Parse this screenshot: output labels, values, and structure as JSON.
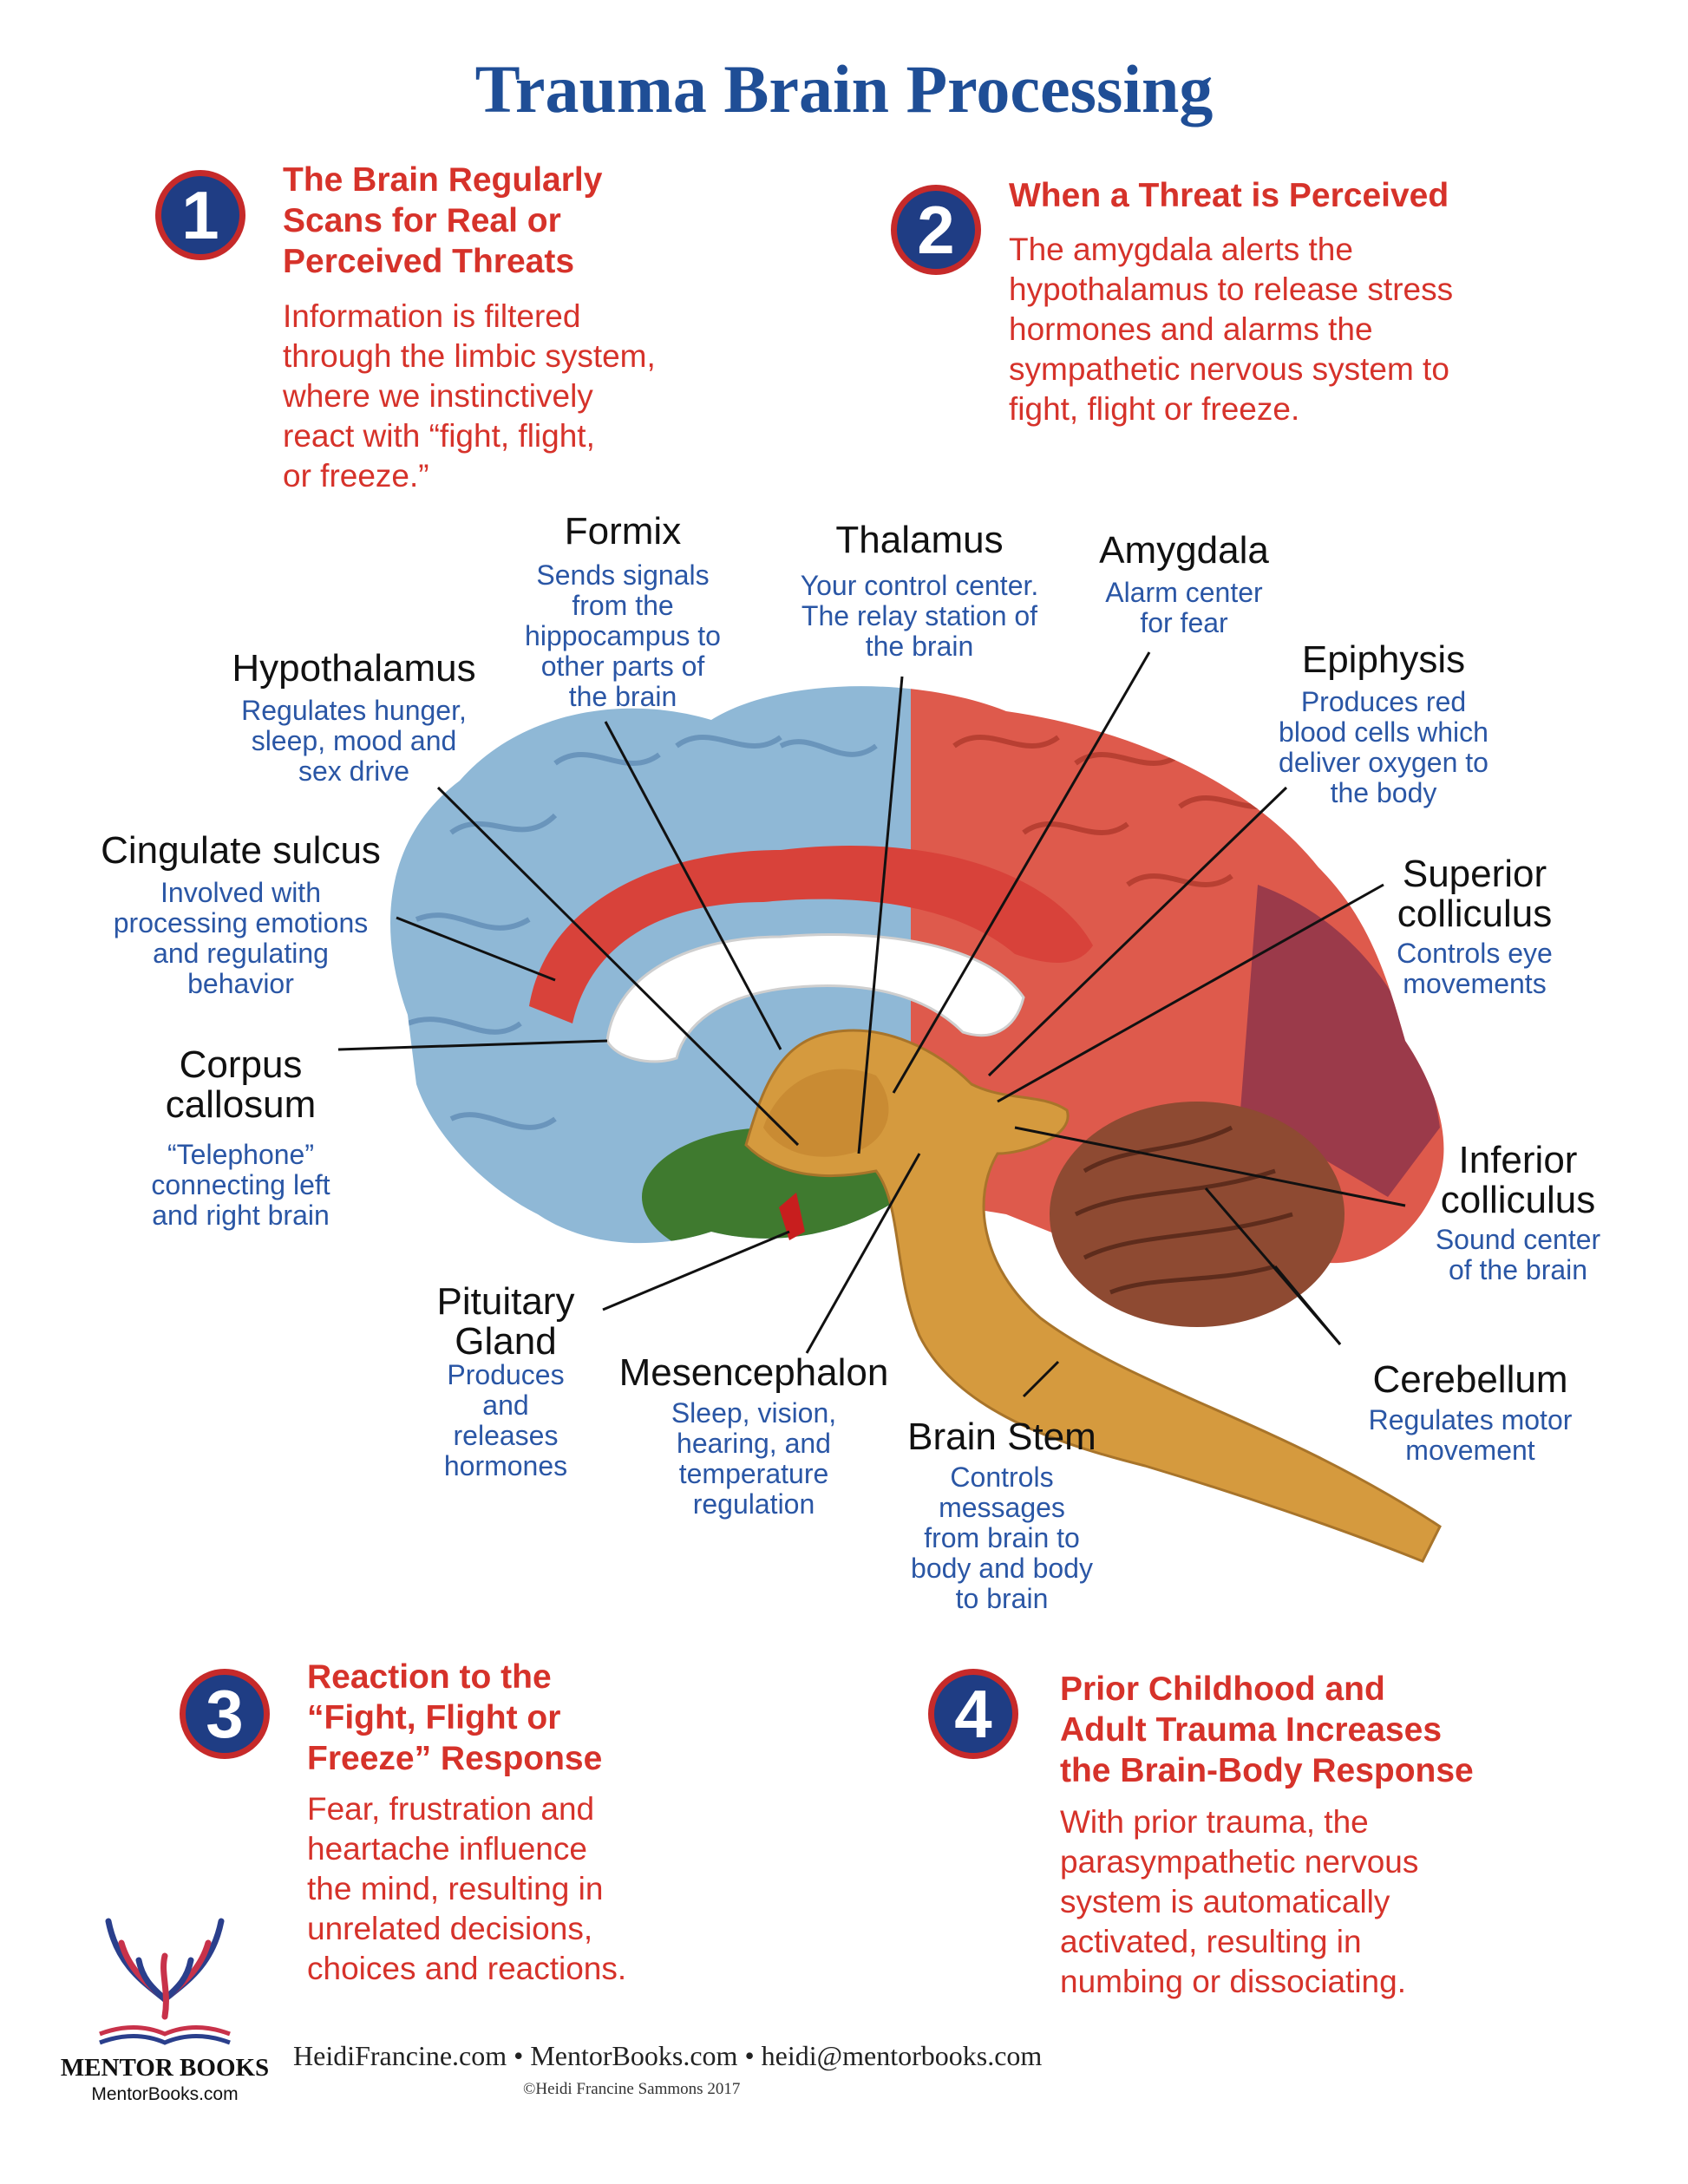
{
  "title": "Trauma Brain Processing",
  "colors": {
    "title": "#1f4e96",
    "heading_red": "#d6322a",
    "desc_blue": "#2a56a5",
    "badge_blue": "#1f3d84",
    "badge_ring": "#c62a2a",
    "cortex_blue": "#8fb8d6",
    "cortex_red": "#de5a4c",
    "limbic_red": "#d8423a",
    "brainstem": "#d59a3e",
    "cerebellum": "#8e4a32",
    "occipital": "#9b3a4a",
    "green": "#3f7a2f"
  },
  "steps": [
    {
      "number": "1",
      "heading": "The Brain Regularly\nScans for Real or\nPerceived Threats",
      "body": "Information is filtered\nthrough the limbic system,\nwhere we instinctively\nreact with “fight, flight,\nor freeze.”"
    },
    {
      "number": "2",
      "heading": "When a Threat is Perceived",
      "body": "The amygdala alerts the\nhypothalamus to release stress\nhormones and alarms the\nsympathetic nervous system to\nfight, flight or freeze."
    },
    {
      "number": "3",
      "heading": "Reaction to the\n“Fight, Flight or\nFreeze” Response",
      "body": "Fear, frustration and\nheartache influence\nthe mind, resulting in\nunrelated decisions,\nchoices and reactions."
    },
    {
      "number": "4",
      "heading": "Prior Childhood and\nAdult Trauma Increases\nthe Brain-Body Response",
      "body": "With prior trauma, the\nparasympathetic nervous\nsystem is automatically\nactivated, resulting in\nnumbing or dissociating."
    }
  ],
  "labels": {
    "formix": {
      "name": "Formix",
      "desc": "Sends signals\nfrom the\nhippocampus to\nother parts of\nthe brain"
    },
    "thalamus": {
      "name": "Thalamus",
      "desc": "Your control center.\nThe relay station of\nthe brain"
    },
    "amygdala": {
      "name": "Amygdala",
      "desc": "Alarm center\nfor fear"
    },
    "hypothalamus": {
      "name": "Hypothalamus",
      "desc": "Regulates hunger,\nsleep, mood and\nsex drive"
    },
    "epiphysis": {
      "name": "Epiphysis",
      "desc": "Produces red\nblood cells which\ndeliver oxygen to\nthe body"
    },
    "cingulate": {
      "name": "Cingulate sulcus",
      "desc": "Involved with\nprocessing emotions\nand regulating\nbehavior"
    },
    "superior": {
      "name": "Superior\ncolliculus",
      "desc": "Controls eye\nmovements"
    },
    "corpus": {
      "name": "Corpus\ncallosum",
      "desc": "“Telephone”\nconnecting left\nand right brain"
    },
    "inferior": {
      "name": "Inferior\ncolliculus",
      "desc": "Sound center\nof the brain"
    },
    "pituitary": {
      "name": "Pituitary\nGland",
      "desc": "Produces\nand\nreleases\nhormones"
    },
    "mesencephalon": {
      "name": "Mesencephalon",
      "desc": "Sleep, vision,\nhearing, and\ntemperature\nregulation"
    },
    "brainstem": {
      "name": "Brain Stem",
      "desc": "Controls\nmessages\nfrom brain to\nbody and body\nto brain"
    },
    "cerebellum": {
      "name": "Cerebellum",
      "desc": "Regulates motor\nmovement"
    }
  },
  "footer": {
    "links": "HeidiFrancine.com • MentorBooks.com • heidi@mentorbooks.com",
    "copyright": "©Heidi Francine Sammons 2017",
    "brand": "MENTOR BOOKS",
    "brand_url": "MentorBooks.com"
  }
}
